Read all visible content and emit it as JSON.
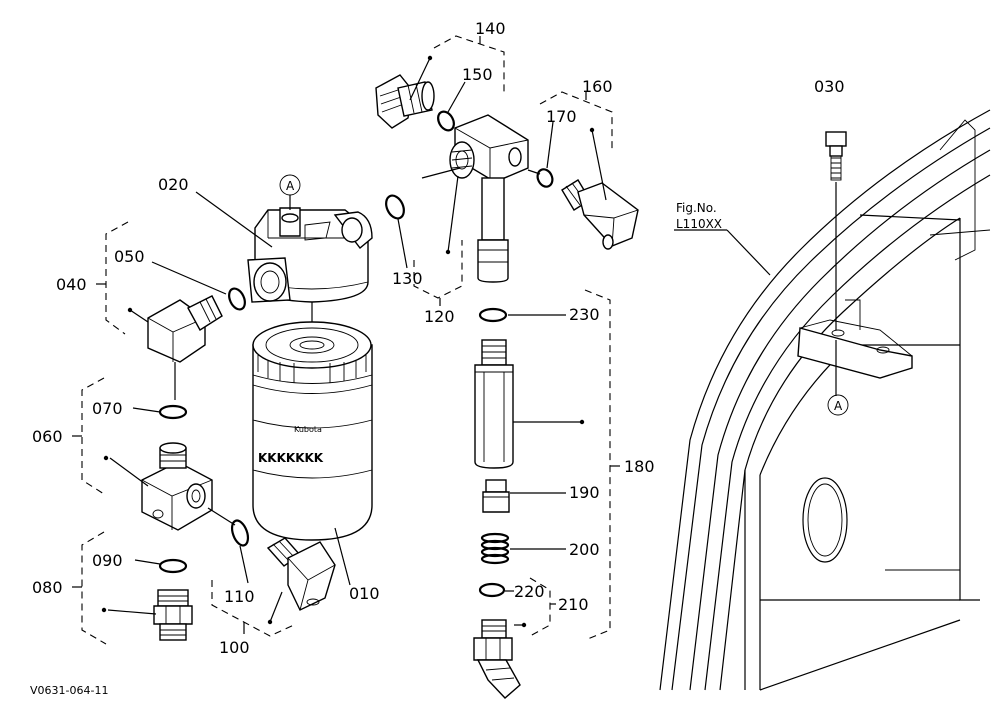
{
  "drawing_code": "V0631-064-11",
  "fig_ref": {
    "line1": "Fig.No.",
    "line2": "L110XX"
  },
  "ref_mark": "A",
  "filter_brand": "Kubota",
  "filter_stripe": "KKKKKKK",
  "labels": {
    "p010": "010",
    "p020": "020",
    "p030": "030",
    "p040": "040",
    "p050": "050",
    "p060": "060",
    "p070": "070",
    "p080": "080",
    "p090": "090",
    "p100": "100",
    "p110": "110",
    "p120": "120",
    "p130": "130",
    "p140": "140",
    "p150": "150",
    "p160": "160",
    "p170": "170",
    "p180": "180",
    "p190": "190",
    "p200": "200",
    "p210": "210",
    "p220": "220",
    "p230": "230"
  }
}
